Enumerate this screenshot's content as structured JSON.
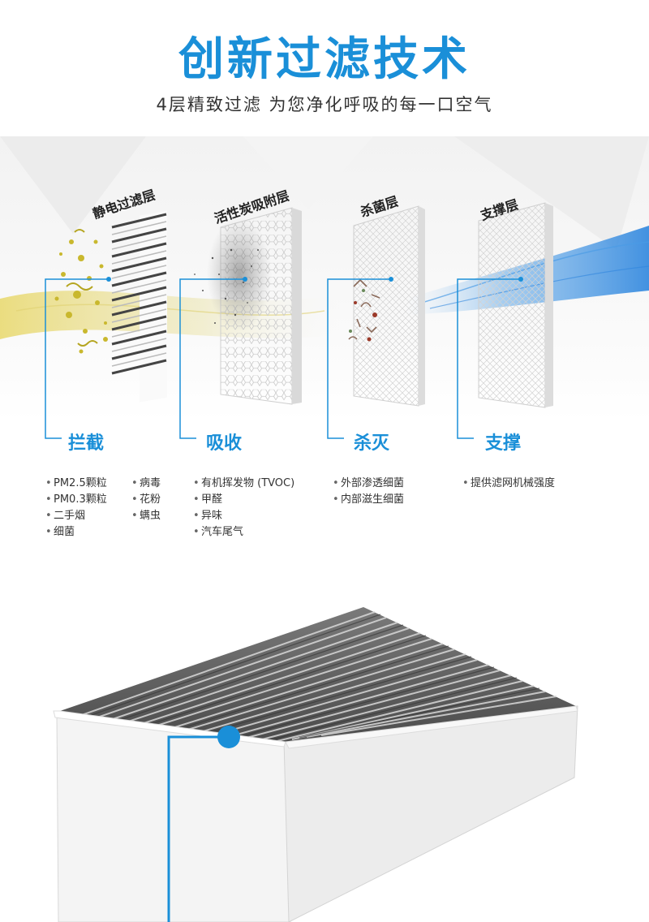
{
  "header": {
    "title": "创新过滤技术",
    "subtitle": "4层精致过滤 为您净化呼吸的每一口空气"
  },
  "layers": [
    {
      "name": "静电过滤层",
      "function": "拦截"
    },
    {
      "name": "活性炭吸附层",
      "function": "吸收"
    },
    {
      "name": "杀菌层",
      "function": "杀灭"
    },
    {
      "name": "支撑层",
      "function": "支撑"
    }
  ],
  "bullets": {
    "intercept_col1": [
      "PM2.5颗粒",
      "PM0.3颗粒",
      "二手烟",
      "细菌"
    ],
    "intercept_col2": [
      "病毒",
      "花粉",
      "螨虫"
    ],
    "absorb": [
      "有机挥发物 (TVOC)",
      "甲醛",
      "异味",
      "汽车尾气"
    ],
    "kill": [
      "外部渗透细菌",
      "内部滋生细菌"
    ],
    "support": [
      "提供滤网机械强度"
    ]
  },
  "colors": {
    "accent": "#1a8fd8",
    "text": "#333333",
    "pollution": "#d9c84a",
    "airflow": "#3a8fe0"
  },
  "icons": [
    "pleated-filter-icon",
    "carbon-honeycomb-icon",
    "antibacterial-mesh-icon",
    "support-mesh-icon",
    "cabin-air-filter-icon"
  ]
}
